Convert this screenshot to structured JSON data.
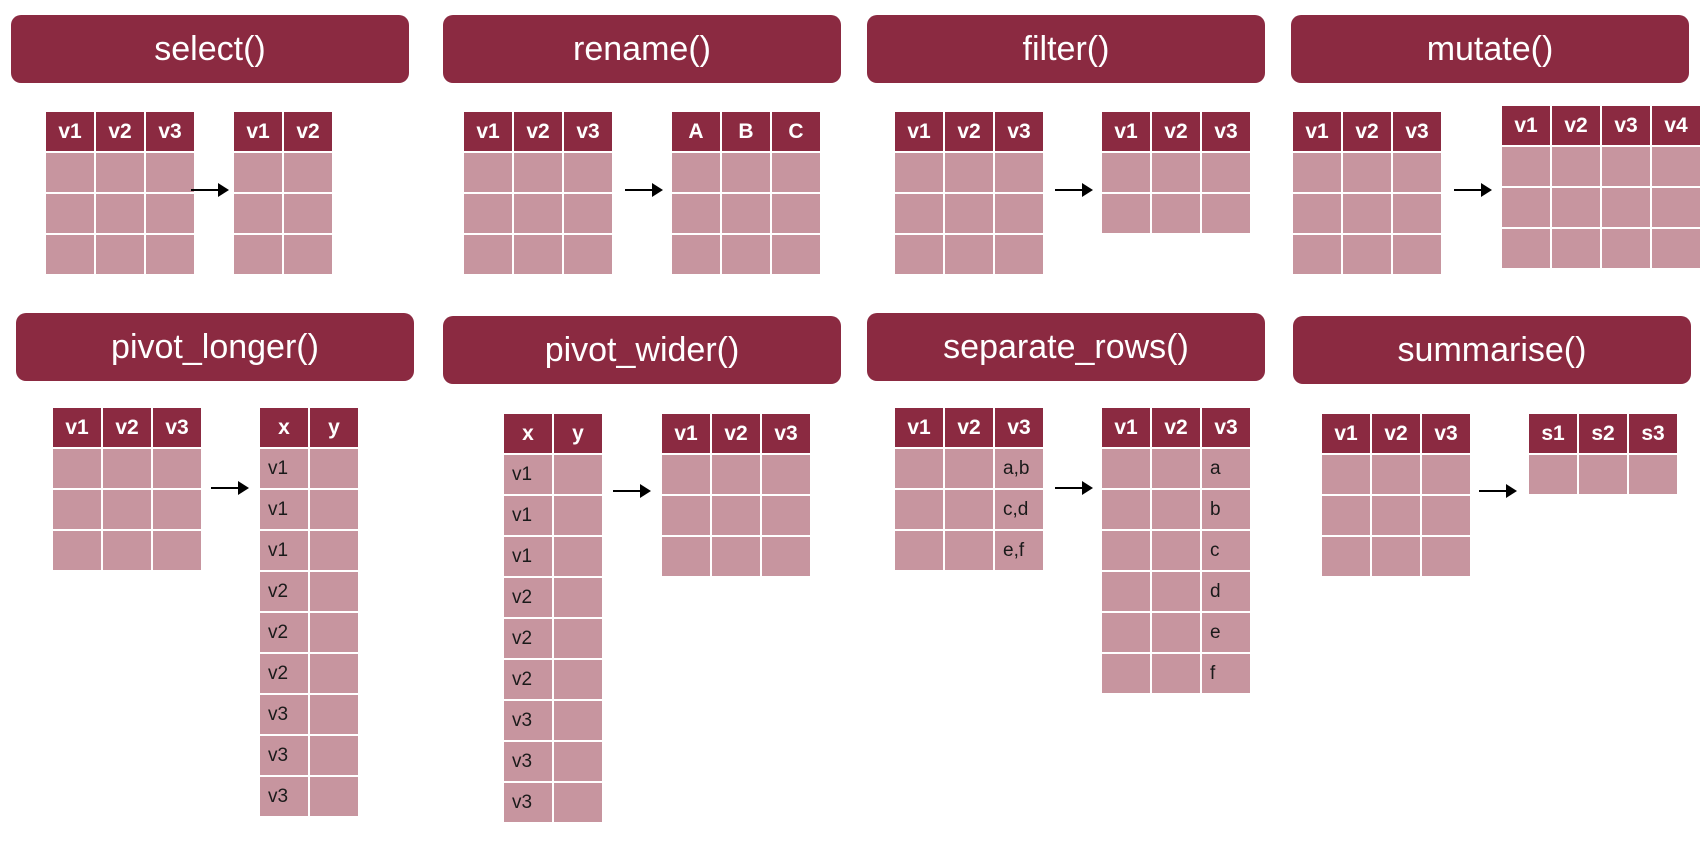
{
  "panels": [
    {
      "title": "select()",
      "before": {
        "header": [
          "v1",
          "v2",
          "v3"
        ],
        "rows": [
          [
            "",
            "",
            ""
          ],
          [
            "",
            "",
            ""
          ],
          [
            "",
            "",
            ""
          ]
        ]
      },
      "after": {
        "header": [
          "v1",
          "v2"
        ],
        "rows": [
          [
            "",
            ""
          ],
          [
            "",
            ""
          ],
          [
            "",
            ""
          ]
        ]
      }
    },
    {
      "title": "rename()",
      "before": {
        "header": [
          "v1",
          "v2",
          "v3"
        ],
        "rows": [
          [
            "",
            "",
            ""
          ],
          [
            "",
            "",
            ""
          ],
          [
            "",
            "",
            ""
          ]
        ]
      },
      "after": {
        "header": [
          "A",
          "B",
          "C"
        ],
        "rows": [
          [
            "",
            "",
            ""
          ],
          [
            "",
            "",
            ""
          ],
          [
            "",
            "",
            ""
          ]
        ]
      }
    },
    {
      "title": "filter()",
      "before": {
        "header": [
          "v1",
          "v2",
          "v3"
        ],
        "rows": [
          [
            "",
            "",
            ""
          ],
          [
            "",
            "",
            ""
          ],
          [
            "",
            "",
            ""
          ]
        ]
      },
      "after": {
        "header": [
          "v1",
          "v2",
          "v3"
        ],
        "rows": [
          [
            "",
            "",
            ""
          ],
          [
            "",
            "",
            ""
          ]
        ]
      }
    },
    {
      "title": "mutate()",
      "before": {
        "header": [
          "v1",
          "v2",
          "v3"
        ],
        "rows": [
          [
            "",
            "",
            ""
          ],
          [
            "",
            "",
            ""
          ],
          [
            "",
            "",
            ""
          ]
        ]
      },
      "after": {
        "header": [
          "v1",
          "v2",
          "v3",
          "v4"
        ],
        "rows": [
          [
            "",
            "",
            "",
            ""
          ],
          [
            "",
            "",
            "",
            ""
          ],
          [
            "",
            "",
            "",
            ""
          ]
        ]
      }
    },
    {
      "title": "pivot_longer()",
      "before": {
        "header": [
          "v1",
          "v2",
          "v3"
        ],
        "rows": [
          [
            "",
            "",
            ""
          ],
          [
            "",
            "",
            ""
          ],
          [
            "",
            "",
            ""
          ]
        ]
      },
      "after": {
        "header": [
          "x",
          "y"
        ],
        "rows": [
          [
            "v1",
            ""
          ],
          [
            "v1",
            ""
          ],
          [
            "v1",
            ""
          ],
          [
            "v2",
            ""
          ],
          [
            "v2",
            ""
          ],
          [
            "v2",
            ""
          ],
          [
            "v3",
            ""
          ],
          [
            "v3",
            ""
          ],
          [
            "v3",
            ""
          ]
        ]
      }
    },
    {
      "title": "pivot_wider()",
      "before": {
        "header": [
          "x",
          "y"
        ],
        "rows": [
          [
            "v1",
            ""
          ],
          [
            "v1",
            ""
          ],
          [
            "v1",
            ""
          ],
          [
            "v2",
            ""
          ],
          [
            "v2",
            ""
          ],
          [
            "v2",
            ""
          ],
          [
            "v3",
            ""
          ],
          [
            "v3",
            ""
          ],
          [
            "v3",
            ""
          ]
        ]
      },
      "after": {
        "header": [
          "v1",
          "v2",
          "v3"
        ],
        "rows": [
          [
            "",
            "",
            ""
          ],
          [
            "",
            "",
            ""
          ],
          [
            "",
            "",
            ""
          ]
        ]
      }
    },
    {
      "title": "separate_rows()",
      "before": {
        "header": [
          "v1",
          "v2",
          "v3"
        ],
        "rows": [
          [
            "",
            "",
            "a,b"
          ],
          [
            "",
            "",
            "c,d"
          ],
          [
            "",
            "",
            "e,f"
          ]
        ]
      },
      "after": {
        "header": [
          "v1",
          "v2",
          "v3"
        ],
        "rows": [
          [
            "",
            "",
            "a"
          ],
          [
            "",
            "",
            "b"
          ],
          [
            "",
            "",
            "c"
          ],
          [
            "",
            "",
            "d"
          ],
          [
            "",
            "",
            "e"
          ],
          [
            "",
            "",
            "f"
          ]
        ]
      }
    },
    {
      "title": "summarise()",
      "before": {
        "header": [
          "v1",
          "v2",
          "v3"
        ],
        "rows": [
          [
            "",
            "",
            ""
          ],
          [
            "",
            "",
            ""
          ],
          [
            "",
            "",
            ""
          ]
        ]
      },
      "after": {
        "header": [
          "s1",
          "s2",
          "s3"
        ],
        "rows": [
          [
            "",
            "",
            ""
          ]
        ]
      }
    }
  ],
  "colors": {
    "header": "#8b2a41",
    "cell": "#c7959f",
    "arrow": "#000000"
  }
}
